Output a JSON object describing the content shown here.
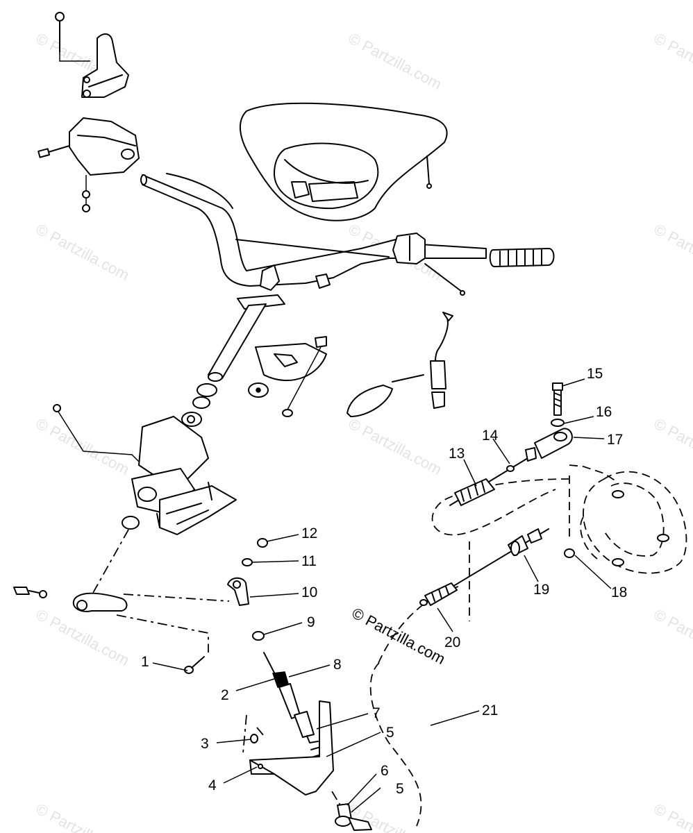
{
  "watermark": "© Partzilla.com",
  "credit": "© Partzilla.com",
  "callouts": [
    {
      "id": "1",
      "text": "1"
    },
    {
      "id": "2",
      "text": "2"
    },
    {
      "id": "3",
      "text": "3"
    },
    {
      "id": "4",
      "text": "4"
    },
    {
      "id": "5a",
      "text": "5"
    },
    {
      "id": "5b",
      "text": "5"
    },
    {
      "id": "6",
      "text": "6"
    },
    {
      "id": "7",
      "text": "7"
    },
    {
      "id": "8",
      "text": "8"
    },
    {
      "id": "9",
      "text": "9"
    },
    {
      "id": "10",
      "text": "10"
    },
    {
      "id": "11",
      "text": "11"
    },
    {
      "id": "12",
      "text": "12"
    },
    {
      "id": "13",
      "text": "13"
    },
    {
      "id": "14",
      "text": "14"
    },
    {
      "id": "15",
      "text": "15"
    },
    {
      "id": "16",
      "text": "16"
    },
    {
      "id": "17",
      "text": "17"
    },
    {
      "id": "18",
      "text": "18"
    },
    {
      "id": "19",
      "text": "19"
    },
    {
      "id": "20",
      "text": "20"
    },
    {
      "id": "21",
      "text": "21"
    }
  ]
}
